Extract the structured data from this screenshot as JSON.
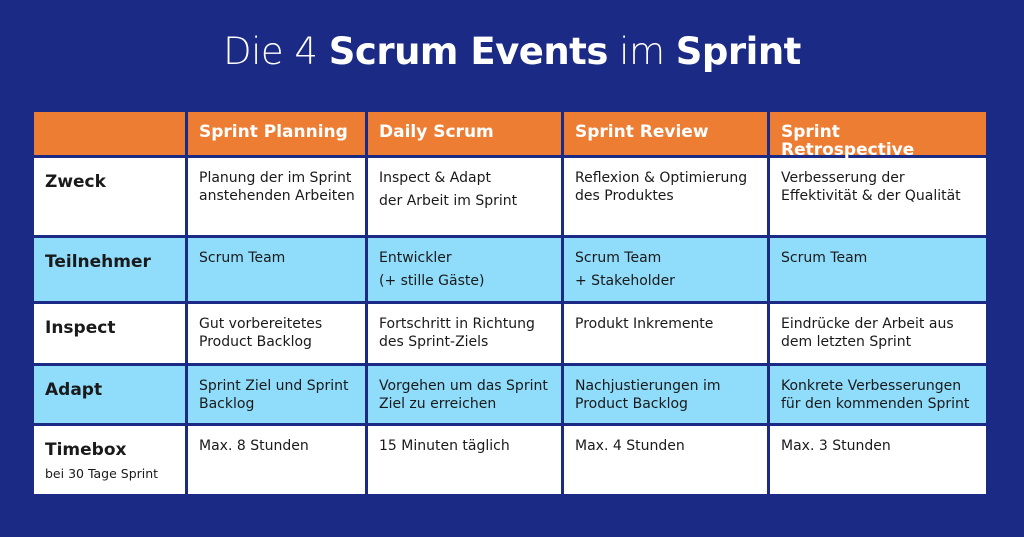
{
  "title": {
    "part1": "Die 4 ",
    "part2": "Scrum Events",
    "part3": " im ",
    "part4": "Sprint"
  },
  "colors": {
    "background": "#1b2a85",
    "header": "#ee7d34",
    "row_blue": "#8fdcfb",
    "row_white": "#ffffff"
  },
  "table": {
    "headers": [
      "",
      "Sprint Planning",
      "Daily Scrum",
      "Sprint Review",
      "Sprint Retrospective"
    ],
    "rows": [
      {
        "label": "Zweck",
        "cells": [
          "Planung der im Sprint anstehenden Arbeiten",
          [
            "Inspect & Adapt",
            "der Arbeit im Sprint"
          ],
          "Reflexion & Optimierung des Produktes",
          "Verbesserung der Effektivität & der Qualität"
        ]
      },
      {
        "label": "Teilnehmer",
        "cells": [
          "Scrum Team",
          [
            "Entwickler",
            "(+ stille Gäste)"
          ],
          [
            "Scrum Team",
            "+ Stakeholder"
          ],
          "Scrum Team"
        ]
      },
      {
        "label": "Inspect",
        "cells": [
          "Gut vorbereitetes Product Backlog",
          "Fortschritt in Richtung des Sprint-Ziels",
          "Produkt Inkremente",
          "Eindrücke der Arbeit aus dem letzten Sprint"
        ]
      },
      {
        "label": "Adapt",
        "cells": [
          "Sprint Ziel und Sprint Backlog",
          "Vorgehen um das Sprint Ziel zu erreichen",
          "Nachjustierungen im Product Backlog",
          "Konkrete Verbesserungen für den kommenden Sprint"
        ]
      },
      {
        "label": "Timebox",
        "sublabel": "bei 30 Tage Sprint",
        "cells": [
          "Max. 8 Stunden",
          "15 Minuten täglich",
          "Max. 4 Stunden",
          "Max. 3 Stunden"
        ]
      }
    ]
  }
}
